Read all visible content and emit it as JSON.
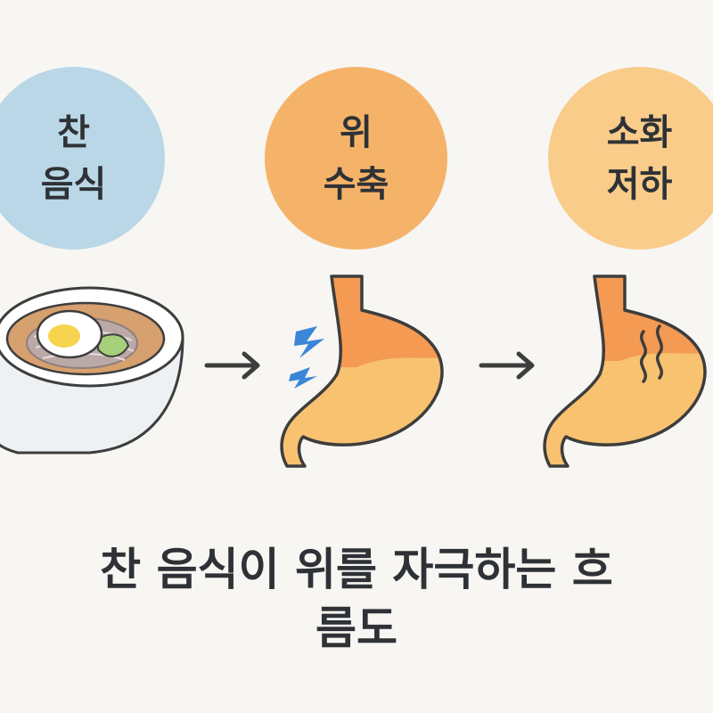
{
  "steps": [
    {
      "line1": "찬",
      "line2": "음식"
    },
    {
      "line1": "위",
      "line2": "수축"
    },
    {
      "line1": "소화",
      "line2": "저하"
    }
  ],
  "title": {
    "line1": "찬 음식이 위를 자극하는 흐",
    "line2": "름도"
  },
  "colors": {
    "step1": "#b9d7e6",
    "step2": "#f5b36a",
    "step3": "#f9cc8a",
    "stomach_upper": "#f49a52",
    "stomach_lower": "#f8c270",
    "outline": "#3d3d3d",
    "text": "#2e3236"
  },
  "icons": [
    "noodle-bowl-icon",
    "arrow-right-icon",
    "cramp-bolt-icon",
    "stomach-icon",
    "heat-waves-icon"
  ]
}
